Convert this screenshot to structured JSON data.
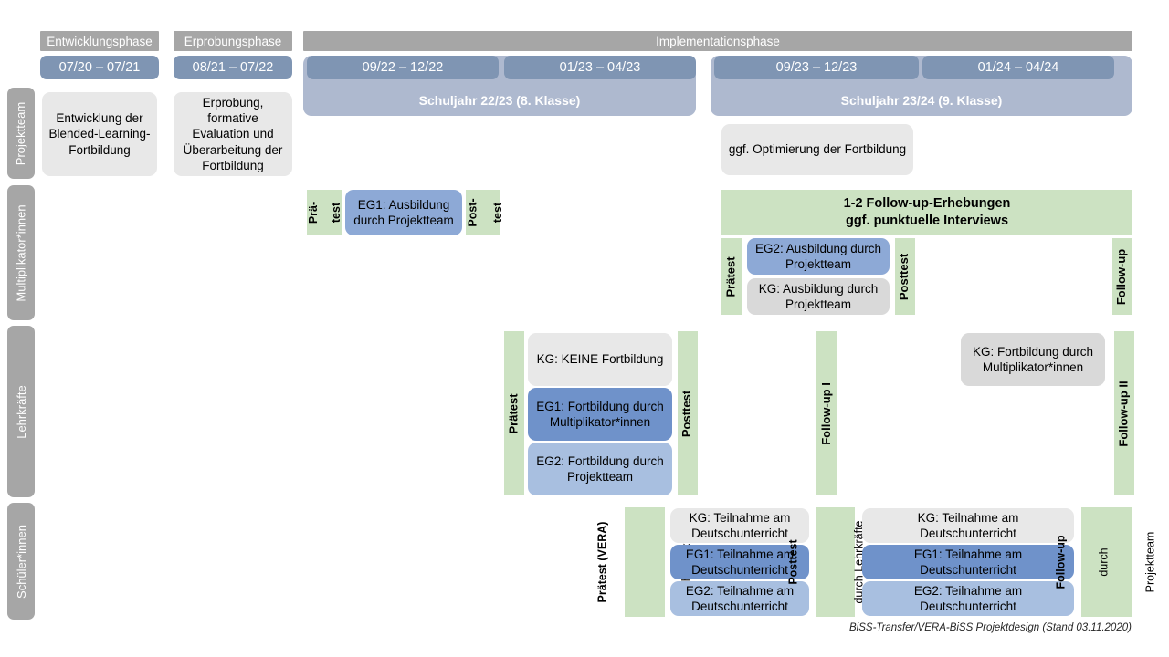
{
  "diagram": {
    "footer": "BiSS-Transfer/VERA-BiSS Projektdesign (Stand 03.11.2020)",
    "colors": {
      "grey_header": "#a6a6a6",
      "date_chip": "#7f95b3",
      "schuljahr": "#aeb9cf",
      "green": "#cce2c2",
      "grey_box": "#e8e8e8",
      "blue_dark": "#6f92ca",
      "blue_mid": "#8da9d6",
      "blue_light": "#a8bfe0"
    }
  },
  "phases": [
    {
      "name": "Entwicklungsphase",
      "period": "07/20 – 07/21"
    },
    {
      "name": "Erprobungsphase",
      "period": "08/21 – 07/22"
    },
    {
      "name": "Implementationsphase"
    }
  ],
  "school_years": [
    {
      "label": "Schuljahr 22/23 (8. Klasse)",
      "periods": [
        "09/22 – 12/22",
        "01/23 – 04/23"
      ]
    },
    {
      "label": "Schuljahr 23/24 (9. Klasse)",
      "periods": [
        "09/23 – 12/23",
        "01/24 – 04/24"
      ]
    }
  ],
  "rows": [
    {
      "label": "Projektteam"
    },
    {
      "label": "Multiplikator*innen"
    },
    {
      "label": "Lehrkräfte"
    },
    {
      "label": "Schüler*innen"
    }
  ],
  "projektteam": {
    "entwicklung": "Entwicklung der Blended-Learning-Fortbildung",
    "erprobung": "Erprobung, formative Evaluation und Überarbeitung der Fortbildung",
    "optimierung": "ggf. Optimierung der Fortbildung"
  },
  "multiplikatoren": {
    "praetest_1": "Prä-",
    "praetest_2": "test",
    "posttest_1": "Post-",
    "posttest_2": "test",
    "eg1": "EG1: Ausbildung durch Projektteam",
    "followup_band_line1": "1-2 Follow-up-Erhebungen",
    "followup_band_line2": "ggf. punktuelle Interviews",
    "praetest_2nd": "Prätest",
    "posttest_2nd": "Posttest",
    "followup": "Follow-up",
    "eg2": "EG2:  Ausbildung durch Projektteam",
    "kg": "KG: Ausbildung durch Projektteam"
  },
  "lehrkraefte": {
    "praetest": "Prätest",
    "posttest": "Posttest",
    "followup_1": "Follow-up I",
    "followup_2": "Follow-up II",
    "kg_keine": "KG:  KEINE Fortbildung",
    "eg1": "EG1: Fortbildung durch Multiplikator*innen",
    "eg2": "EG2: Fortbildung durch Projektteam",
    "kg_fortbildung": "KG: Fortbildung durch Multiplikator*innen"
  },
  "schueler": {
    "praetest_main": "Prätest (VERA)",
    "praetest_sub": "durch Lehrkräfte",
    "posttest_main": "Posttest",
    "posttest_sub": "durch Lehrkräfte",
    "followup_main": "Follow-up",
    "followup_sub1": "durch",
    "followup_sub2": "Projektteam",
    "left_boxes": [
      "KG: Teilnahme am Deutschunterricht",
      "EG1: Teilnahme am Deutschunterricht",
      "EG2: Teilnahme am Deutschunterricht"
    ],
    "right_boxes": [
      "KG: Teilnahme am Deutschunterricht",
      "EG1: Teilnahme am Deutschunterricht",
      "EG2: Teilnahme am Deutschunterricht"
    ]
  }
}
